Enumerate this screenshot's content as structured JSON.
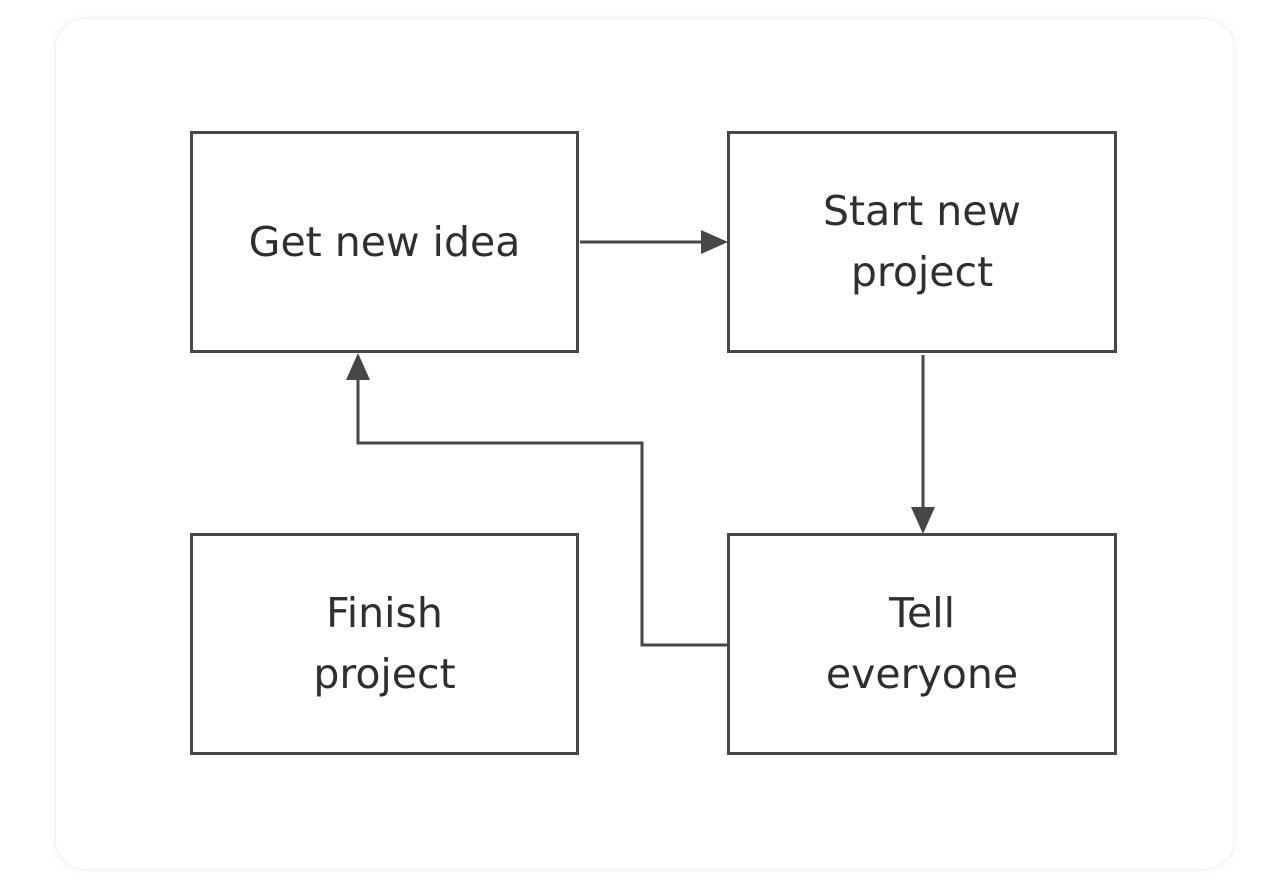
{
  "nodes": {
    "get_new_idea": "Get new idea",
    "start_new_project": "Start new\nproject",
    "finish_project": "Finish\nproject",
    "tell_everyone": "Tell\neveryone"
  },
  "edges": [
    {
      "from": "Get new idea",
      "to": "Start new project"
    },
    {
      "from": "Start new project",
      "to": "Tell everyone"
    },
    {
      "from": "Tell everyone",
      "to": "Get new idea"
    }
  ],
  "colors": {
    "stroke": "#474747",
    "text": "#2f2f2f",
    "background": "#ffffff"
  }
}
